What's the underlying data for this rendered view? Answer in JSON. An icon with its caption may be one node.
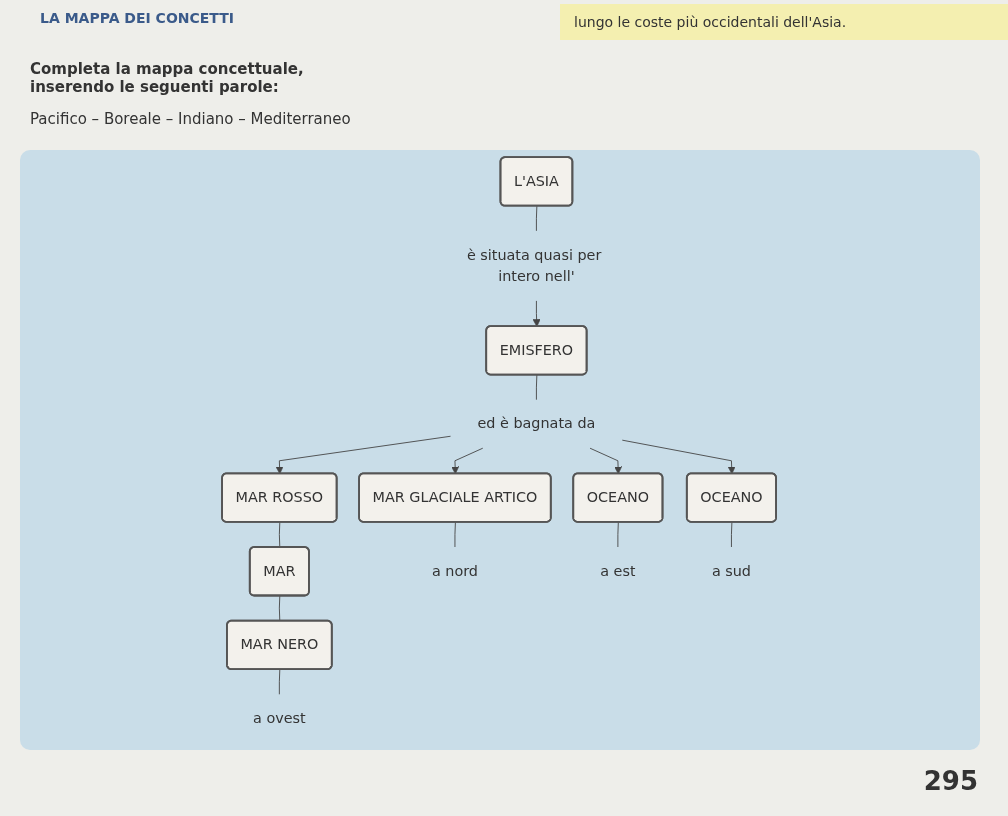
{
  "diagram": {
    "title": "LA MAPPA DEI CONCETTI",
    "nodes": [
      {
        "text": [
          "L'ASIA"
        ]
      },
      {
        "text": [
          "è situata quasi per intero nell'"
        ]
      },
      {
        "text": [
          "EMISFERO"
        ]
      },
      {
        "text": [
          "ed è bagnata da"
        ]
      },
      {
        "text": [
          "MAR GLACIALE ARTICO"
        ]
      },
      {
        "text": [
          "OCEANO"
        ]
      },
      {
        "text": [
          "OCEANO"
        ]
      },
      {
        "text": [
          "MAR ROSSO"
        ]
      },
      {
        "text": [
          "MAR"
        ]
      },
      {
        "text": [
          "MAR NERO"
        ]
      },
      {
        "text": [
          "a nord"
        ]
      },
      {
        "text": [
          "a est"
        ]
      },
      {
        "text": [
          "a sud"
        ]
      },
      {
        "text": [
          "a ovest"
        ]
      }
    ],
    "edges": [
      {
        "from": 0,
        "to": 1,
        "arrow": "none"
      },
      {
        "from": 1,
        "to": 2,
        "arrow": "to"
      },
      {
        "from": 2,
        "to": 3,
        "arrow": "none"
      },
      {
        "from": 3,
        "to": 4,
        "arrow": "to"
      },
      {
        "from": 3,
        "to": 5,
        "arrow": "to"
      },
      {
        "from": 3,
        "to": 6,
        "arrow": "to"
      },
      {
        "from": 3,
        "to": 7,
        "arrow": "to"
      },
      {
        "from": 4,
        "to": 10,
        "arrow": "none"
      },
      {
        "from": 5,
        "to": 11,
        "arrow": "none"
      },
      {
        "from": 6,
        "to": 12,
        "arrow": "none"
      },
      {
        "from": 7,
        "to": 8,
        "arrow": "none"
      },
      {
        "from": 8,
        "to": 9,
        "arrow": "none"
      },
      {
        "from": 9,
        "to": 13,
        "arrow": "none"
      }
    ],
    "labels": [
      "lungo le coste più occidentali dell'Asia.",
      "Completa la mappa concettuale, inserendo le seguenti parole:",
      "Pacifico – Boreale – Indiano – Mediterraneo",
      "295"
    ]
  }
}
